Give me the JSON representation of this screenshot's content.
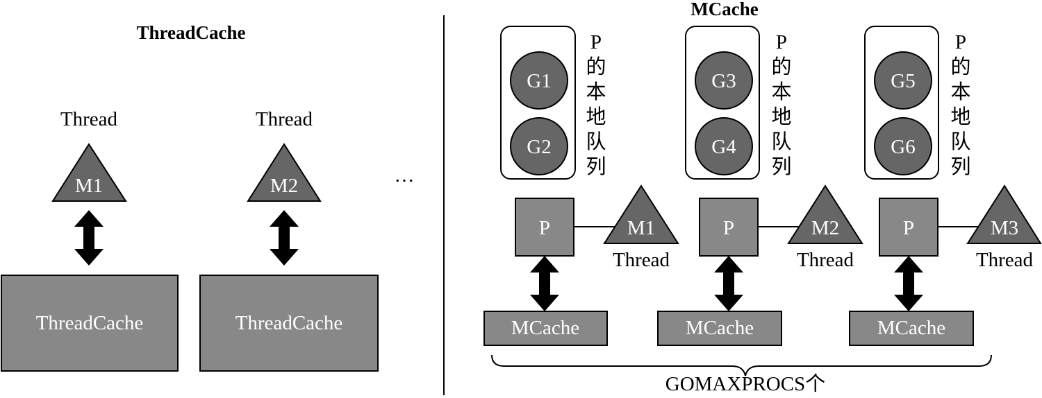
{
  "left": {
    "title": "ThreadCache",
    "threads": [
      {
        "thread_label": "Thread",
        "m_label": "M1",
        "cache_label": "ThreadCache"
      },
      {
        "thread_label": "Thread",
        "m_label": "M2",
        "cache_label": "ThreadCache"
      }
    ],
    "ellipsis": "…"
  },
  "right": {
    "title": "MCache",
    "groups": [
      {
        "g_top": "G1",
        "g_bottom": "G2",
        "queue_chars": [
          "P",
          "的",
          "本",
          "地",
          "队",
          "列"
        ],
        "p_label": "P",
        "m_label": "M1",
        "thread_label": "Thread",
        "cache_label": "MCache"
      },
      {
        "g_top": "G3",
        "g_bottom": "G4",
        "queue_chars": [
          "P",
          "的",
          "本",
          "地",
          "队",
          "列"
        ],
        "p_label": "P",
        "m_label": "M2",
        "thread_label": "Thread",
        "cache_label": "MCache"
      },
      {
        "g_top": "G5",
        "g_bottom": "G6",
        "queue_chars": [
          "P",
          "的",
          "本",
          "地",
          "队",
          "列"
        ],
        "p_label": "P",
        "m_label": "M3",
        "thread_label": "Thread",
        "cache_label": "MCache"
      }
    ],
    "footer": "GOMAXPROCS个"
  }
}
